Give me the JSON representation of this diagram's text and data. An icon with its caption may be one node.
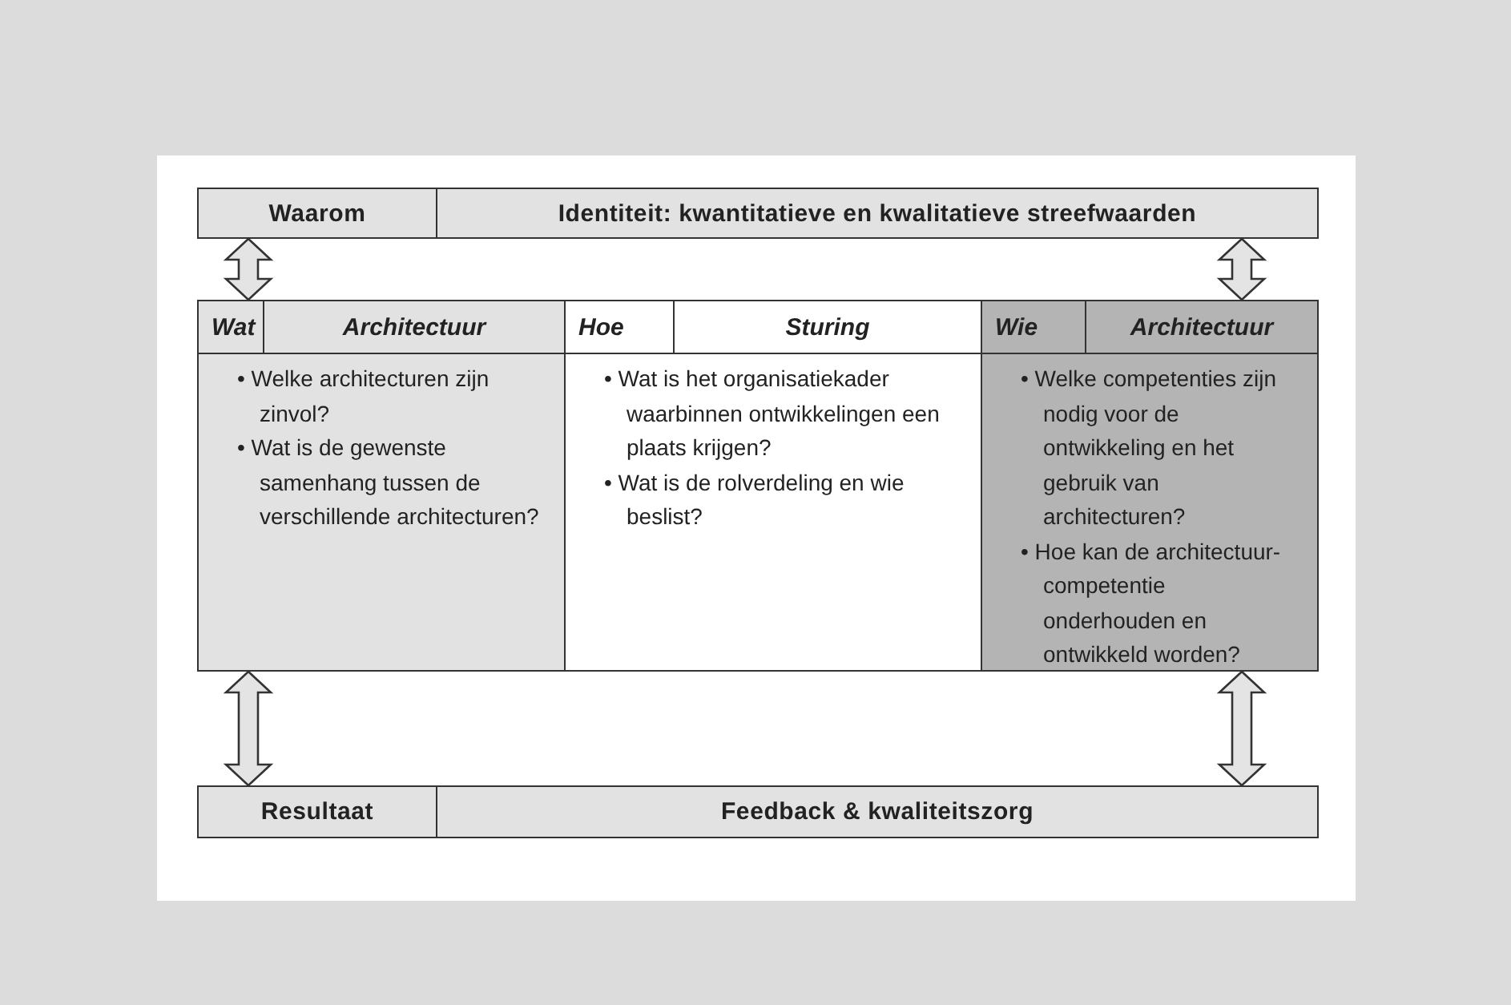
{
  "diagram": {
    "nodes": [
      {
        "text": [
          "Waarom"
        ]
      },
      {
        "text": [
          "Identiteit: kwantitatieve en kwalitatieve streefwaarden"
        ]
      },
      {
        "text": [
          "Wat",
          "Architectuur",
          "• Welke architecturen zijn zinvol?",
          "• Wat is de gewenste samenhang tussen de verschillende architecturen?"
        ]
      },
      {
        "text": [
          "Hoe",
          "Sturing",
          "• Wat is het organisatiekader waarbinnen ontwikkelingen een plaats krijgen?",
          "• Wat is de rolverdeling en wie beslist?"
        ]
      },
      {
        "text": [
          "Wie",
          "Architectuur",
          "• Welke competenties zijn nodig voor de ontwikkeling en het gebruik van architecturen?",
          "• Hoe kan de architectuur-competentie onderhouden en ontwikkeld worden?"
        ]
      },
      {
        "text": [
          "Resultaat"
        ]
      },
      {
        "text": [
          "Feedback & kwaliteitszorg"
        ]
      }
    ],
    "edges": [
      {
        "from": 0,
        "to": 2,
        "arrow": "both"
      },
      {
        "from": 1,
        "to": 4,
        "arrow": "both"
      },
      {
        "from": 2,
        "to": 5,
        "arrow": "both"
      },
      {
        "from": 4,
        "to": 6,
        "arrow": "both"
      }
    ]
  }
}
